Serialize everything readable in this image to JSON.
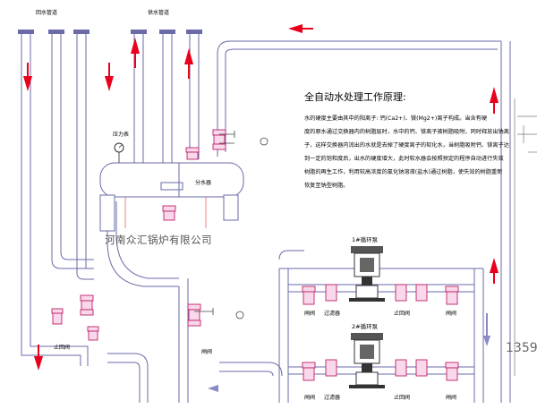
{
  "labels": {
    "return_pipe": "回水管道",
    "supply_pipe": "供水管道",
    "gauge": "压力表",
    "divider": "分水器",
    "filter_left": "过滤器",
    "check_valve": "止回阀",
    "gate_valve": "闸阀",
    "pump1": "1#循环泵",
    "pump2": "2#循环泵",
    "number_fragment": "1359"
  },
  "title": "全自动水处理工作原理:",
  "description": [
    "水的硬度主要由其中的阳离子: 钙(Ca2+)、镁(Mg2+)离子构成。当含有硬",
    "度的原水通过交换器内的树脂层时，水中的钙、镁离子被树脂吸附，同时释放出钠离",
    "子，这样交换器内流出的水就是去掉了硬度离子的软化水，当树脂吸附钙、镁离子达",
    "到一定的饱和度后，出水的硬度增大，此时软水器会按照预定的程序自动进行失效",
    "树脂的再生工作，利用较高浓度的氯化钠溶液(盐水)通过树脂，使失效的树脂重新",
    "恢复至钠型树脂。"
  ],
  "company": "河南众汇锅炉有限公司",
  "colors": {
    "pipe": "#6a6aa8",
    "arrow": "#e8001c",
    "valve": "#c0206a",
    "pump": "#3a3a3a",
    "guide": "#e0303a",
    "flow_arrow": "#8a8ac8"
  }
}
